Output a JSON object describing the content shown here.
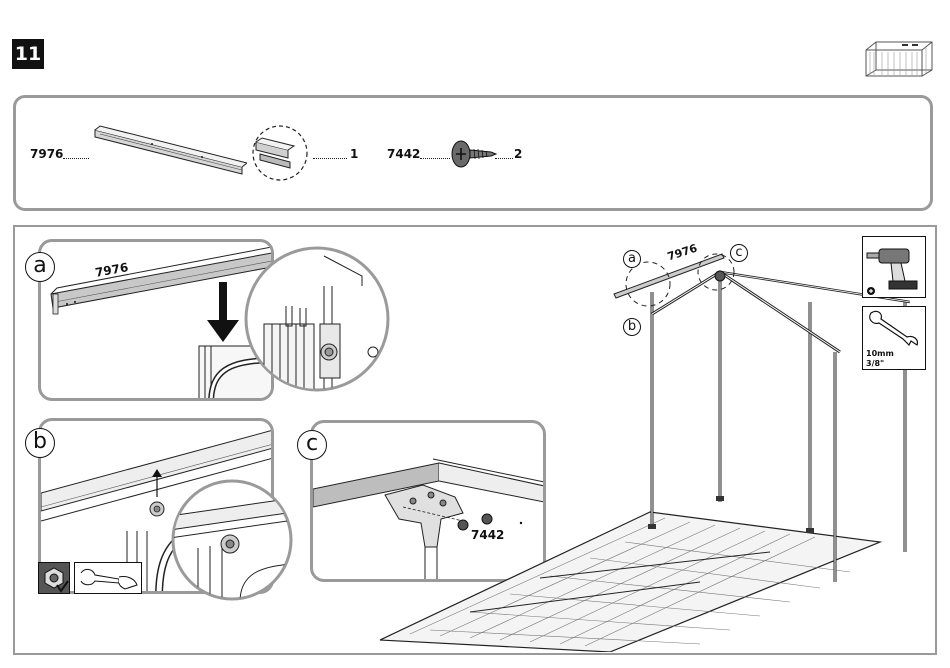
{
  "step": {
    "number": "11"
  },
  "parts": [
    {
      "code": "7976",
      "qty": "1"
    },
    {
      "code": "7442",
      "qty": "2"
    }
  ],
  "callouts": {
    "a": "a",
    "b": "b",
    "c": "c",
    "part_a": "7976",
    "screw_c": "7442"
  },
  "scene": {
    "label_a": "a",
    "label_b": "b",
    "label_c": "c",
    "part": "7976"
  },
  "tools": {
    "drill_icon": "drill-icon",
    "wrench_size_mm": "10mm",
    "wrench_size_in": "3/8\""
  }
}
